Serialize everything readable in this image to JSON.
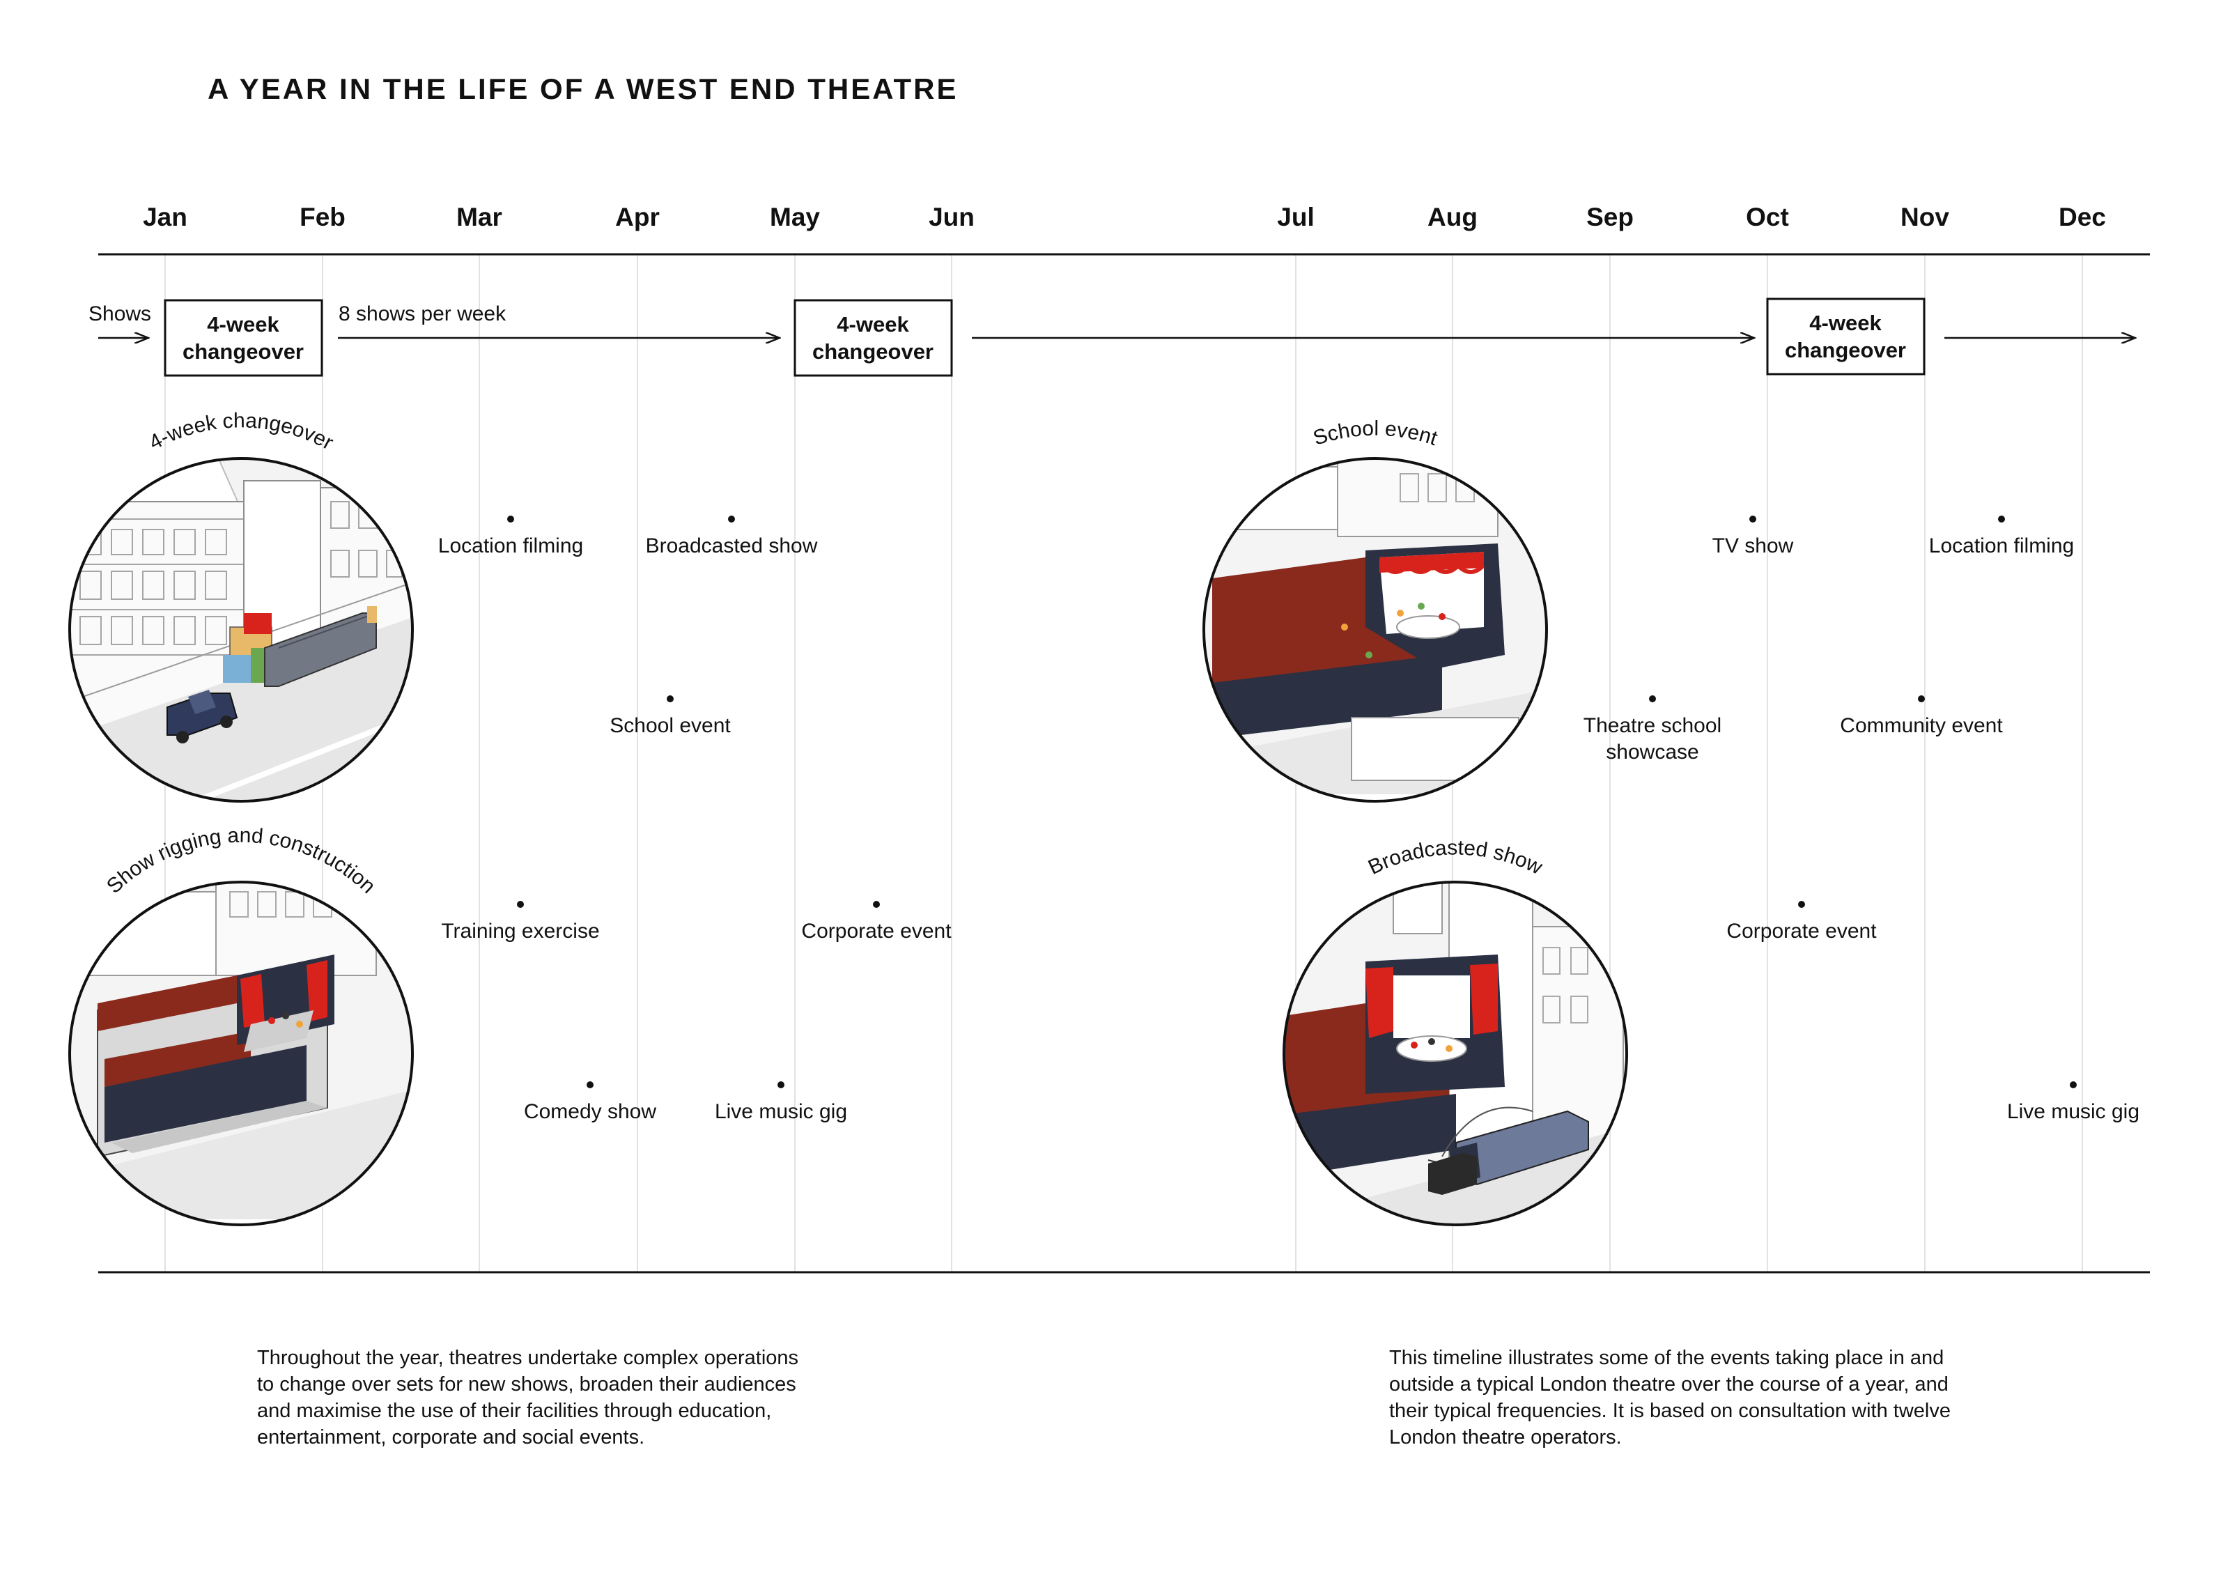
{
  "title": "A YEAR IN THE LIFE OF A WEST END THEATRE",
  "months": [
    "Jan",
    "Feb",
    "Mar",
    "Apr",
    "May",
    "Jun",
    "Jul",
    "Aug",
    "Sep",
    "Oct",
    "Nov",
    "Dec"
  ],
  "flow": {
    "shows_label": "Shows",
    "per_week_label": "8 shows per week",
    "changeover_line1": "4-week",
    "changeover_line2": "changeover"
  },
  "events": [
    {
      "label": "Location filming"
    },
    {
      "label": "Broadcasted show"
    },
    {
      "label": "School event"
    },
    {
      "label": "Training exercise"
    },
    {
      "label": "Corporate event"
    },
    {
      "label": "Comedy show"
    },
    {
      "label": "Live music gig"
    },
    {
      "label": "TV show"
    },
    {
      "label": "Location filming"
    },
    {
      "label": "Theatre school",
      "label2": "showcase"
    },
    {
      "label": "Community event"
    },
    {
      "label": "Corporate event"
    },
    {
      "label": "Live music gig"
    }
  ],
  "vignettes": [
    {
      "title": "4-week changeover"
    },
    {
      "title": "Show rigging and construction"
    },
    {
      "title": "School event"
    },
    {
      "title": "Broadcasted show"
    }
  ],
  "descriptions": {
    "left": "Throughout the year, theatres undertake complex operations\nto change over sets for new shows, broaden their audiences\nand maximise the use of their facilities through education,\nentertainment, corporate and social events.",
    "right": "This timeline illustrates some of the events taking place in and\noutside a typical London theatre over the course of a year, and\ntheir typical frequencies. It is based on consultation with twelve\nLondon theatre operators."
  },
  "colors": {
    "ink": "#111111",
    "grid": "#e2e2e2",
    "seat_red": "#8a2a1c",
    "curtain_red": "#d8231c",
    "stage_navy": "#2b3043",
    "truck_navy": "#2f3a5c"
  }
}
